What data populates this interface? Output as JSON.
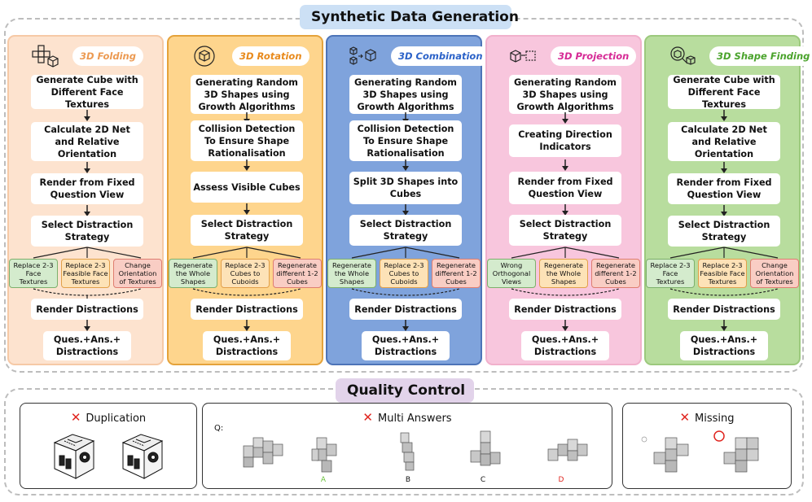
{
  "synthetic": {
    "title": "Synthetic Data Generation",
    "columns": [
      {
        "title": "3D Folding",
        "icon": "grid-cube-icon",
        "steps": [
          "Generate Cube with Different Face Textures",
          "Calculate 2D Net and Relative Orientation",
          "Render from Fixed Question View",
          "Select Distraction Strategy"
        ],
        "options": [
          "Replace 2-3 Face Textures",
          "Replace 2-3 Feasible Face Textures",
          "Change Orientation of Textures"
        ],
        "render": "Render Distractions",
        "output": "Ques.+Ans.+ Distractions"
      },
      {
        "title": "3D Rotation",
        "icon": "rotate-cube-icon",
        "steps": [
          "Generating Random 3D Shapes using Growth Algorithms",
          "Collision Detection To Ensure Shape Rationalisation",
          "Assess Visible Cubes",
          "Select Distraction Strategy"
        ],
        "options": [
          "Regenerate the Whole Shapes",
          "Replace 2-3 Cubes to Cuboids",
          "Regenerate different 1-2 Cubes"
        ],
        "render": "Render Distractions",
        "output": "Ques.+Ans.+ Distractions"
      },
      {
        "title": "3D Combination",
        "icon": "combine-cubes-icon",
        "steps": [
          "Generating Random 3D Shapes using Growth Algorithms",
          "Collision Detection To Ensure Shape Rationalisation",
          "Split 3D Shapes into Cubes",
          "Select Distraction Strategy"
        ],
        "options": [
          "Regenerate the Whole Shapes",
          "Replace 2-3 Cubes to Cuboids",
          "Regenerate different 1-2 Cubes"
        ],
        "render": "Render Distractions",
        "output": "Ques.+Ans.+ Distractions"
      },
      {
        "title": "3D Projection",
        "icon": "projection-icon",
        "steps": [
          "Generating Random 3D Shapes using Growth Algorithms",
          "Creating Direction Indicators",
          "Render from Fixed Question View",
          "Select Distraction Strategy"
        ],
        "options": [
          "Wrong Orthogonal Views",
          "Regenerate the Whole Shapes",
          "Regenerate different 1-2 Cubes"
        ],
        "render": "Render Distractions",
        "output": "Ques.+Ans.+ Distractions"
      },
      {
        "title": "3D Shape Finding",
        "icon": "find-shape-icon",
        "steps": [
          "Generate Cube with Different Face Textures",
          "Calculate 2D Net and Relative Orientation",
          "Render from Fixed Question View",
          "Select Distraction Strategy"
        ],
        "options": [
          "Replace 2-3 Face Textures",
          "Replace 2-3 Feasible Face Textures",
          "Change Orientation of Textures"
        ],
        "render": "Render Distractions",
        "output": "Ques.+Ans.+ Distractions"
      }
    ]
  },
  "quality": {
    "title": "Quality Control",
    "panels": {
      "duplication": "Duplication",
      "multi": "Multi Answers",
      "missing": "Missing"
    },
    "question_label": "Q:",
    "answer_labels": [
      "A",
      "B",
      "C",
      "D"
    ]
  },
  "colors": {
    "folding_bg": "#fde3cf",
    "folding_border": "#f6c9a6",
    "folding_title": "#ec9a52",
    "rotation_bg": "#fed58d",
    "rotation_border": "#e5a33b",
    "rotation_title": "#e88a1c",
    "combination_bg": "#7fa3dc",
    "combination_border": "#4d74b8",
    "combination_title": "#2b62c8",
    "projection_bg": "#f8c6dd",
    "projection_border": "#f1b0cc",
    "projection_title": "#d62a95",
    "finding_bg": "#b8dd9e",
    "finding_border": "#9cc97d",
    "finding_title": "#4aa32c",
    "synthetic_title_bg": "#cce0f5",
    "quality_title_bg": "#e2d3ea",
    "cross": "#e0251f",
    "answer_A": "#6cc23e",
    "answer_D": "#e0251f"
  }
}
